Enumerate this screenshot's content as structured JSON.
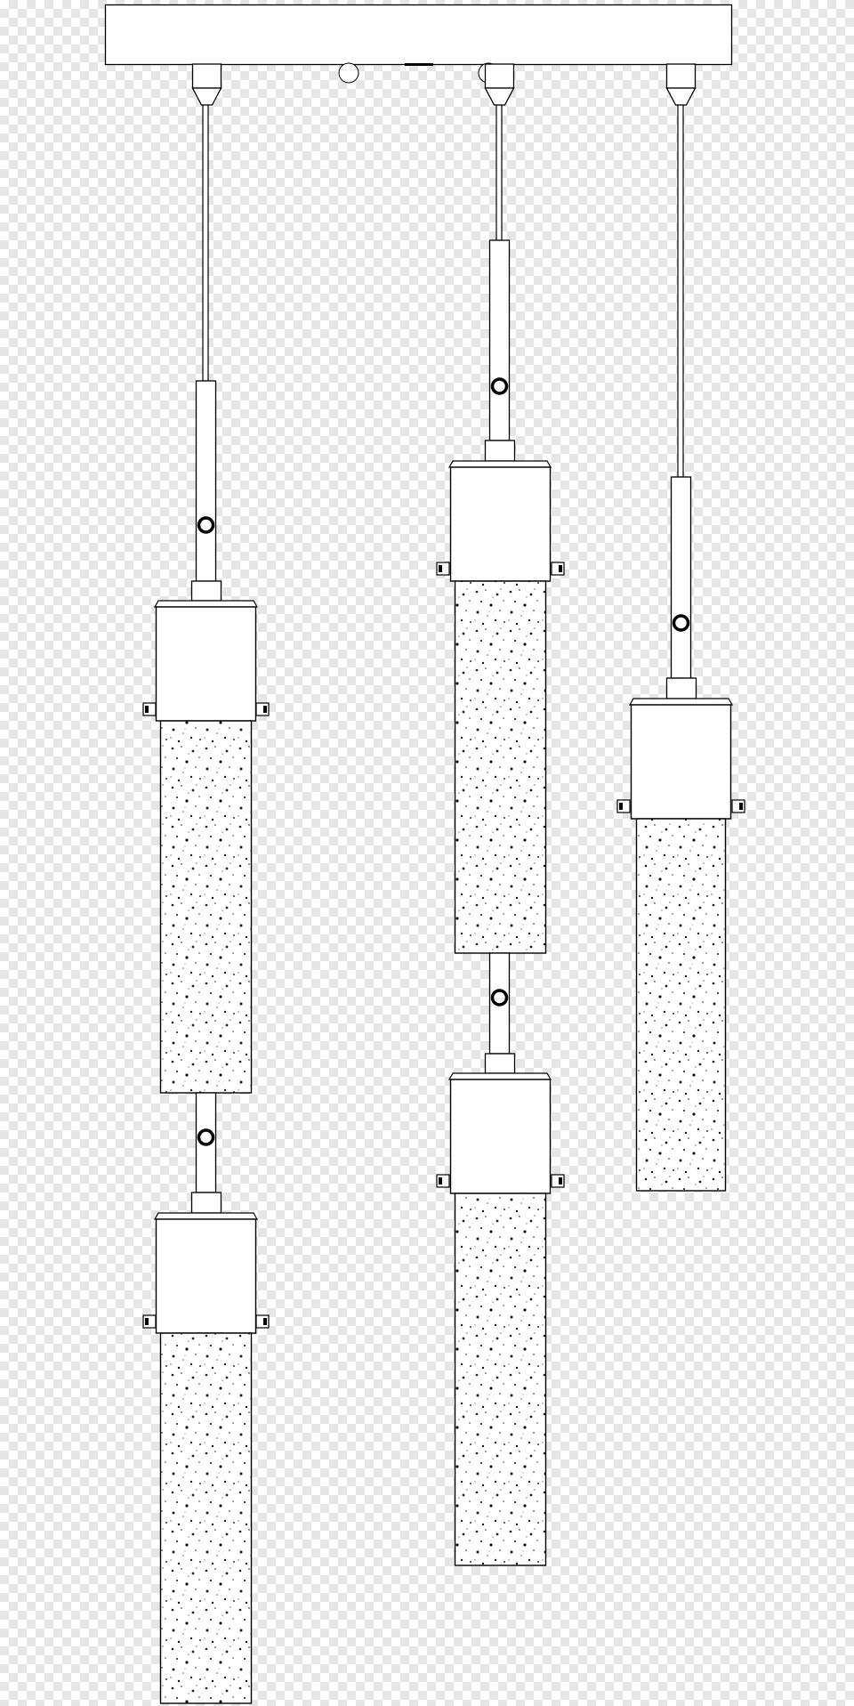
{
  "canopy": {
    "fixture": "rectangular-ceiling-canopy"
  },
  "pendants": [
    {
      "id": "left",
      "shades": 2,
      "hangs_from": "canopy-left-socket"
    },
    {
      "id": "center",
      "shades": 2,
      "hangs_from": "canopy-center-socket"
    },
    {
      "id": "right",
      "shades": 1,
      "hangs_from": "canopy-right-socket"
    }
  ],
  "colors": {
    "line": "#000000",
    "fill": "#ffffff",
    "speckle": "#222222",
    "background_checker": "#e6e6e6"
  }
}
